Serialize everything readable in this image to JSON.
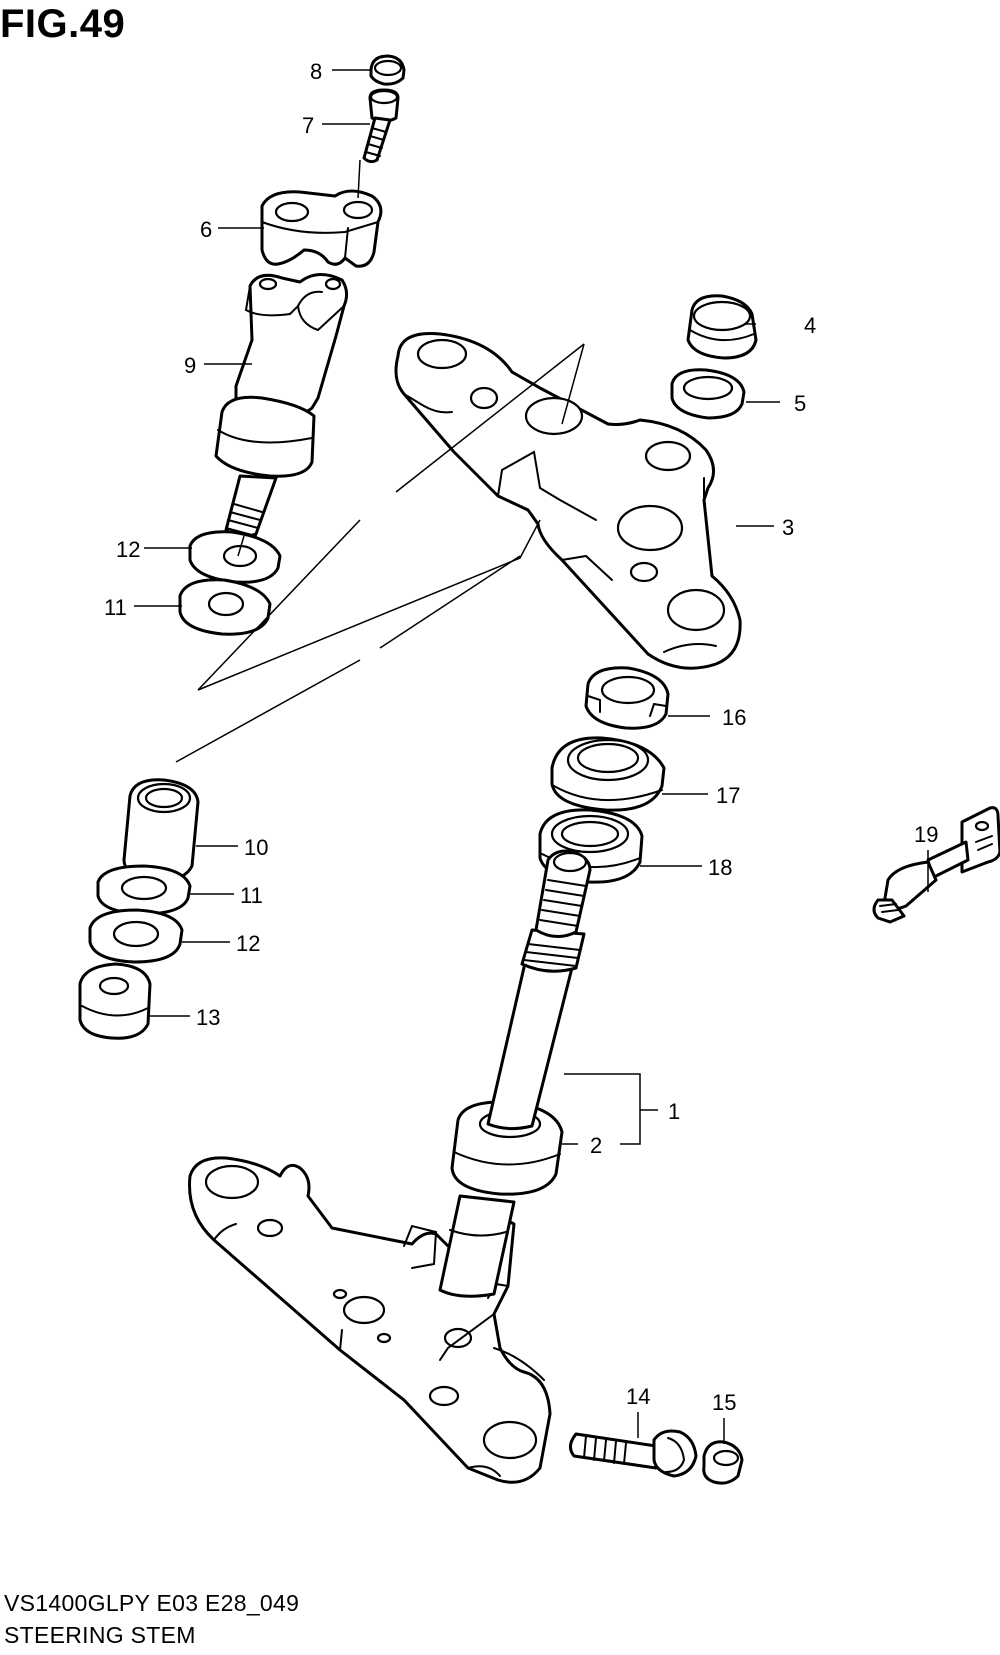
{
  "figure": {
    "title": "FIG.49"
  },
  "footer": {
    "model_code": "VS1400GLPY E03 E28_049",
    "section_title": "STEERING STEM"
  },
  "callouts": [
    {
      "id": "c1",
      "label": "1"
    },
    {
      "id": "c2",
      "label": "2"
    },
    {
      "id": "c3",
      "label": "3"
    },
    {
      "id": "c4",
      "label": "4"
    },
    {
      "id": "c5",
      "label": "5"
    },
    {
      "id": "c6",
      "label": "6"
    },
    {
      "id": "c7",
      "label": "7"
    },
    {
      "id": "c8",
      "label": "8"
    },
    {
      "id": "c9",
      "label": "9"
    },
    {
      "id": "c10",
      "label": "10"
    },
    {
      "id": "c11a",
      "label": "11"
    },
    {
      "id": "c11b",
      "label": "11"
    },
    {
      "id": "c12a",
      "label": "12"
    },
    {
      "id": "c12b",
      "label": "12"
    },
    {
      "id": "c13",
      "label": "13"
    },
    {
      "id": "c14",
      "label": "14"
    },
    {
      "id": "c15",
      "label": "15"
    },
    {
      "id": "c16",
      "label": "16"
    },
    {
      "id": "c17",
      "label": "17"
    },
    {
      "id": "c18",
      "label": "18"
    },
    {
      "id": "c19",
      "label": "19"
    }
  ]
}
